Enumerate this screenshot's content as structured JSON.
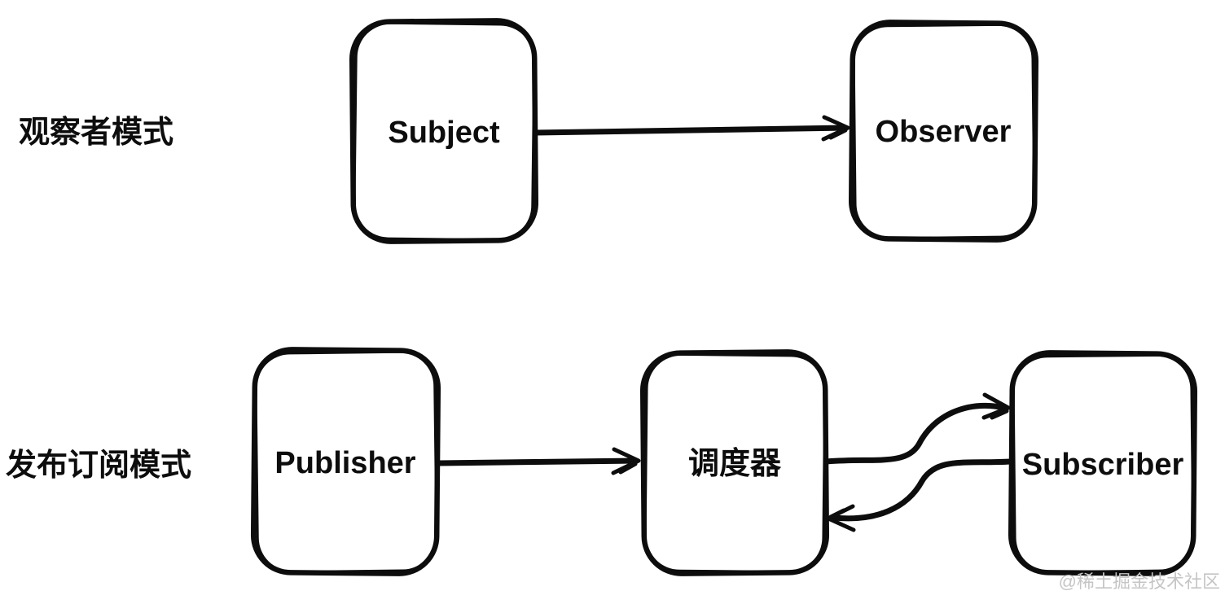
{
  "diagram": {
    "observer_row": {
      "label": "观察者模式",
      "nodes": {
        "subject": "Subject",
        "observer": "Observer"
      },
      "edges": [
        {
          "from": "Subject",
          "to": "Observer",
          "style": "straight-arrow"
        }
      ]
    },
    "pubsub_row": {
      "label": "发布订阅模式",
      "nodes": {
        "publisher": "Publisher",
        "dispatcher": "调度器",
        "subscriber": "Subscriber"
      },
      "edges": [
        {
          "from": "Publisher",
          "to": "调度器",
          "style": "straight-arrow"
        },
        {
          "from": "调度器",
          "to": "Subscriber",
          "style": "curved-arrow"
        },
        {
          "from": "Subscriber",
          "to": "调度器",
          "style": "curved-arrow"
        }
      ]
    }
  },
  "watermark": {
    "text": "@稀土掘金技术社区"
  },
  "colors": {
    "ink": "#0d0d0d",
    "background": "#ffffff",
    "watermark": "#c5c5c5"
  }
}
